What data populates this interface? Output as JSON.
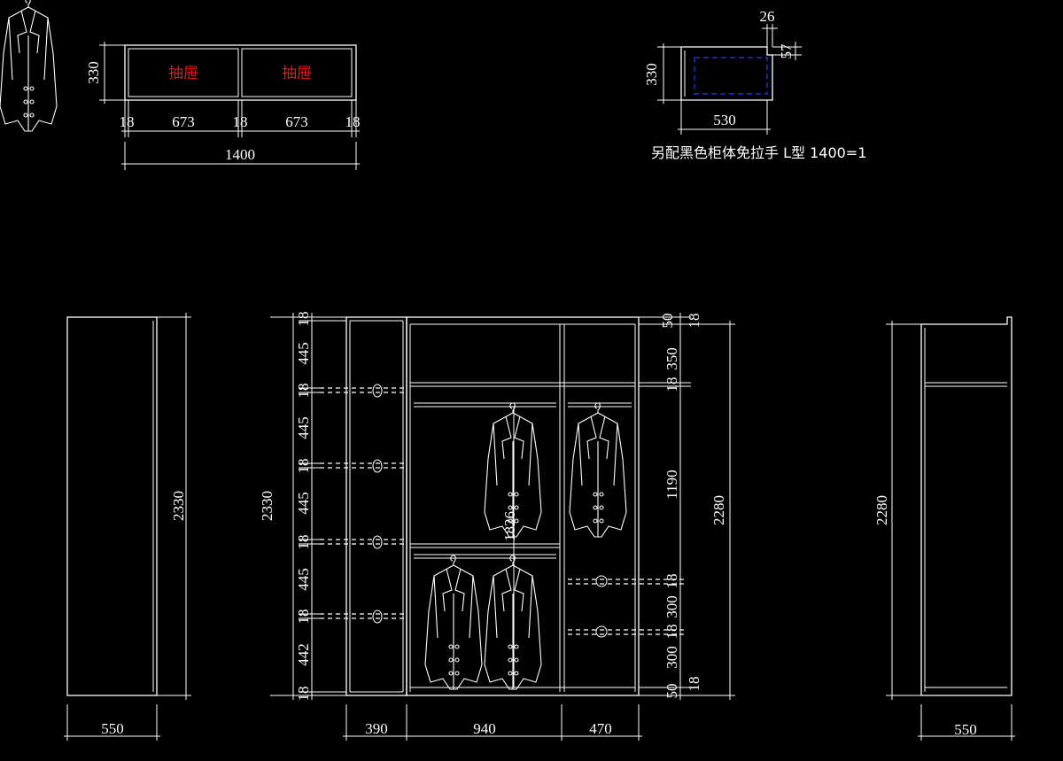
{
  "top_left": {
    "drawer_labels": [
      "抽屉",
      "抽屉"
    ],
    "height": "330",
    "segments": [
      "18",
      "673",
      "18",
      "673",
      "18"
    ],
    "total": "1400"
  },
  "top_right": {
    "top_dim": "26",
    "side_dim": "57",
    "height": "330",
    "width": "530",
    "note": "另配黑色柜体免拉手 L型 1400=1"
  },
  "side_left": {
    "height": "2330",
    "width": "550"
  },
  "front": {
    "left_dims": [
      "18",
      "445",
      "18",
      "445",
      "18",
      "445",
      "18",
      "445",
      "18",
      "442",
      "18"
    ],
    "left_total": "2330",
    "right_dims_top": [
      "50",
      "18",
      "350",
      "18"
    ],
    "right_mid": "1190",
    "inner_dim": "1826",
    "right_dims_bottom": [
      "18",
      "300",
      "18",
      "300",
      "50",
      "18"
    ],
    "right_total": "2280",
    "bottom_widths": [
      "390",
      "940",
      "470"
    ]
  },
  "side_right": {
    "height": "2280",
    "width": "550"
  }
}
